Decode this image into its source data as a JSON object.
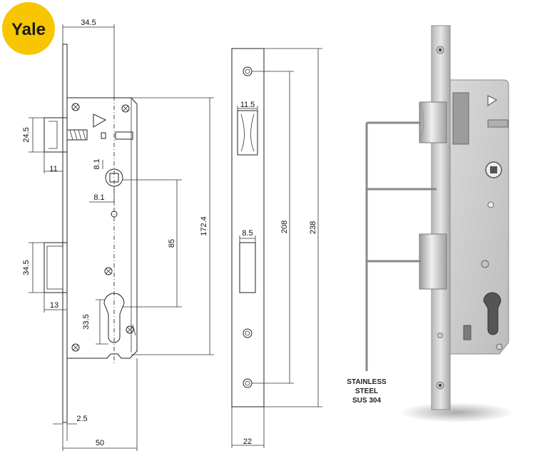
{
  "brand": {
    "logo_text": "Yale",
    "logo_color": "#f7c600"
  },
  "front_view": {
    "dimensions": {
      "top_width": "34.5",
      "latch_height": "24.5",
      "latch_projection": "11",
      "follower_offset_v": "8.1",
      "follower_offset_h": "8.1",
      "follower_to_cylinder": "85",
      "body_height": "172.4",
      "deadbolt_height": "34.5",
      "deadbolt_projection": "13",
      "cylinder_height": "33.5",
      "faceplate_thickness": "2.5",
      "backset": "50"
    }
  },
  "faceplate_view": {
    "dimensions": {
      "latch_slot_width": "11.5",
      "bolt_slot_width": "8.5",
      "screw_centers": "208",
      "plate_length": "238",
      "plate_width": "22"
    }
  },
  "product": {
    "callout_lines": [
      "STAINLESS",
      "STEEL",
      "SUS 304"
    ]
  },
  "colors": {
    "line": "#222222",
    "steel_light": "#d4d4d4",
    "steel_dark": "#8a8a8a"
  }
}
